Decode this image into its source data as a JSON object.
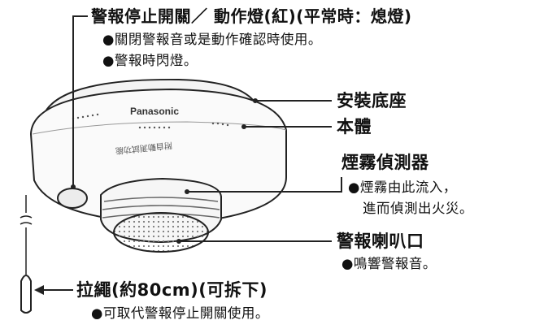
{
  "callouts": {
    "alarm_stop": {
      "title": "警報停止開關／ 動作燈(紅)(平常時：熄燈)",
      "notes": [
        "●關閉警報音或是動作確認時使用。",
        "●警報時閃燈。"
      ]
    },
    "base": {
      "title": "安裝底座"
    },
    "body": {
      "title": "本體"
    },
    "smoke_sensor": {
      "title": "煙霧偵測器",
      "notes": [
        "●煙霧由此流入，",
        "進而偵測出火災。"
      ]
    },
    "speaker": {
      "title": "警報喇叭口",
      "notes": [
        "●鳴響警報音。"
      ]
    },
    "pull_cord": {
      "title": "拉繩(約80cm)(可拆下)",
      "notes": [
        "●可取代警報停止開關使用。"
      ]
    }
  },
  "device": {
    "brand": "Panasonic",
    "mirrored_text": "附自動測試功能"
  }
}
